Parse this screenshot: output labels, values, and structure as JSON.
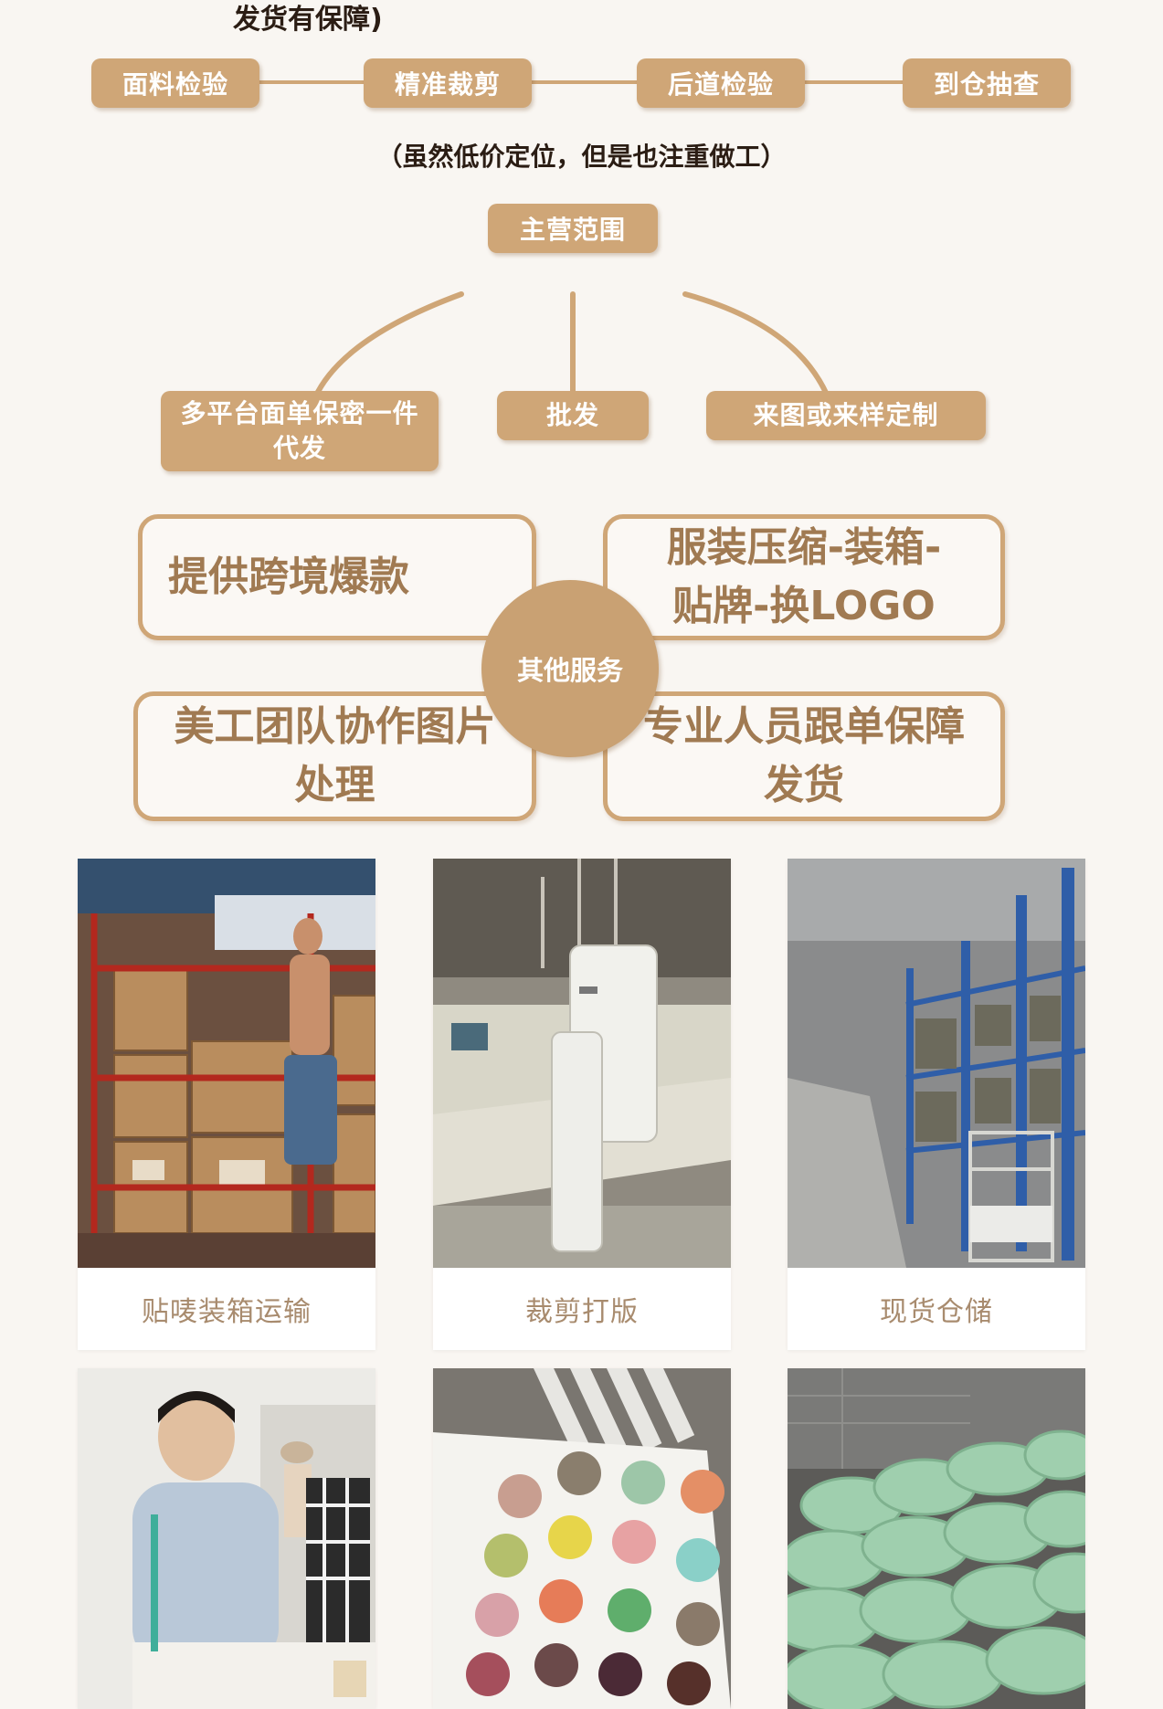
{
  "top_text": "发货有保障)",
  "process_steps": [
    "面料检验",
    "精准裁剪",
    "后道检验",
    "到仓抽查"
  ],
  "process_note": "（虽然低价定位，但是也注重做工）",
  "main_scope": {
    "title": "主营范围",
    "items": [
      "多平台面单保密一件代发",
      "批发",
      "来图或来样定制"
    ]
  },
  "other_services": {
    "title": "其他服务",
    "items": [
      "提供跨境爆款",
      "服装压缩-装箱-贴牌-换LOGO",
      "美工团队协作图片处理",
      "专业人员跟单保障发货"
    ]
  },
  "photo_cards": [
    {
      "caption": "贴唛装箱运输",
      "icon": "warehouse-loading-photo"
    },
    {
      "caption": "裁剪打版",
      "icon": "cutting-machine-photo"
    },
    {
      "caption": "现货仓储",
      "icon": "storage-shelves-photo"
    },
    {
      "caption": "",
      "icon": "designer-photo"
    },
    {
      "caption": "",
      "icon": "color-swatch-photo"
    },
    {
      "caption": "",
      "icon": "packed-bales-photo"
    }
  ],
  "colors": {
    "accent": "#cfa677",
    "center": "#c9a173",
    "text_muted": "#a07a52",
    "background": "#f9f6f2"
  }
}
